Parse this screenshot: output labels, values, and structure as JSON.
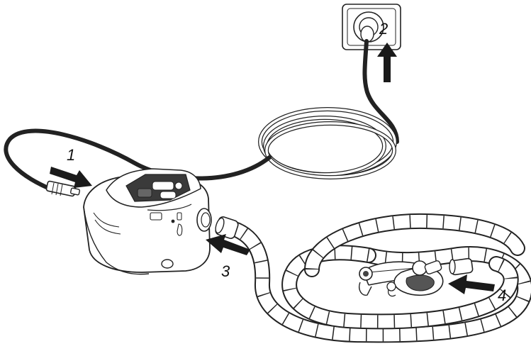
{
  "steps": [
    {
      "number": "1",
      "target": "power-cord-to-device"
    },
    {
      "number": "2",
      "target": "plug-to-wall-outlet"
    },
    {
      "number": "3",
      "target": "air-tubing-to-device"
    },
    {
      "number": "4",
      "target": "tubing-to-mask"
    }
  ],
  "colors": {
    "ink": "#222222",
    "arrow": "#1a1a1a",
    "device_fill": "#ffffff",
    "screen": "#3a3a3a",
    "background": "#ffffff"
  }
}
